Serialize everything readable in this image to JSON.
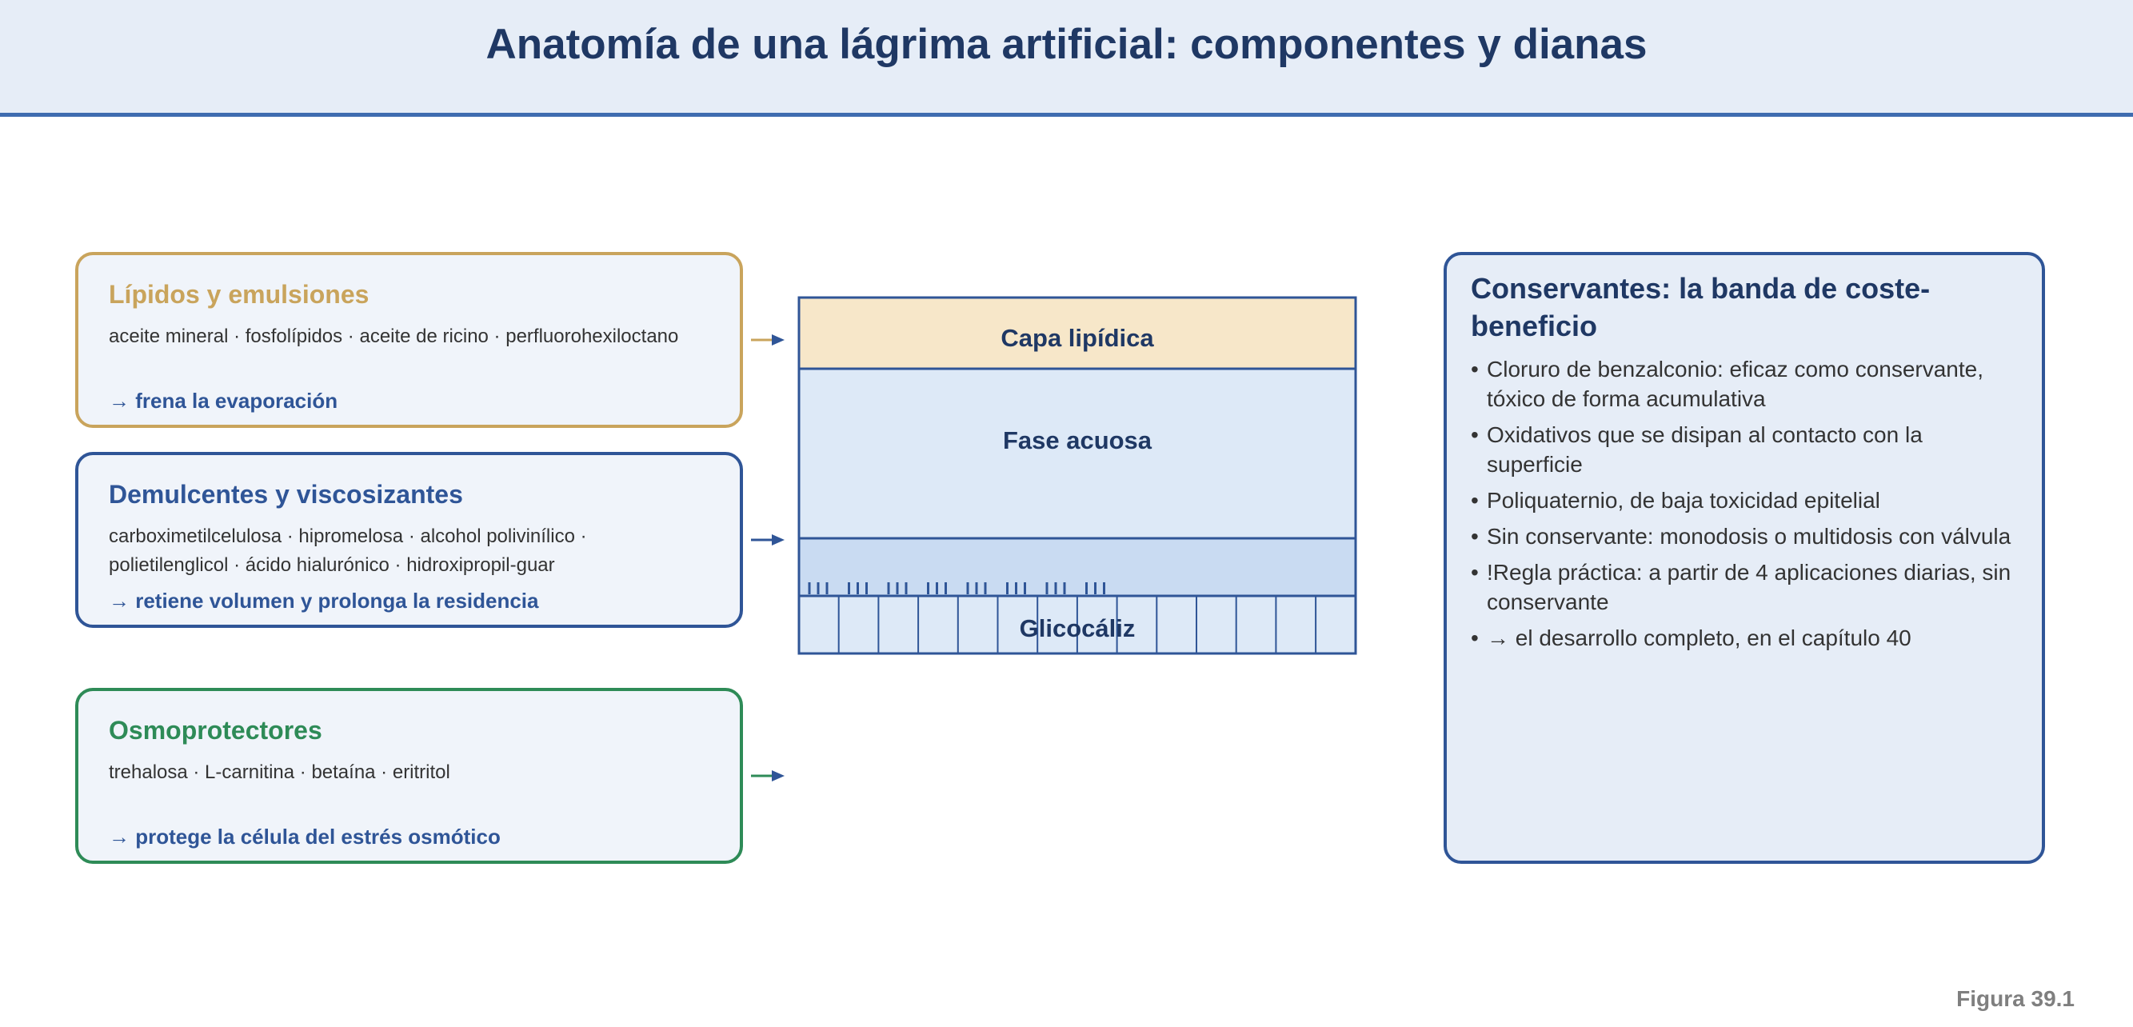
{
  "title": "Anatomía de una lágrima artificial: componentes y dianas",
  "cards": {
    "lipid": {
      "title": "Lípidos y emulsiones",
      "items": "aceite mineral · fosfolípidos · aceite de ricino · perfluorohexiloctano",
      "note": "→ frena la evaporación"
    },
    "demulcent": {
      "title": "Demulcentes y viscosizantes",
      "items": "carboximetilcelulosa · hipromelosa · alcohol polivinílico · polietilenglicol · ácido hialurónico · hidroxipropil-guar",
      "note": "→ retiene volumen y prolonga la residencia"
    },
    "osmo": {
      "title": "Osmoprotectores",
      "items": "trehalosa · L-carnitina · betaína · eritritol",
      "note": "→ protege la célula del estrés osmótico"
    }
  },
  "layers": {
    "lipid": "Capa lipídica",
    "aqueous": "Fase acuosa",
    "glycocalyx": "Glicocáliz"
  },
  "preservatives": {
    "title": "Conservantes: la banda de coste-beneficio",
    "bullet": "•",
    "items": [
      "Cloruro de benzalconio: eficaz como conservante, tóxico de forma acumulativa",
      "Oxidativos que se disipan al contacto con la superficie",
      "Poliquaternio, de baja toxicidad epitelial",
      "Sin conservante: monodosis o multidosis con válvula",
      "!Regla práctica: a partir de 4 aplicaciones diarias, sin conservante",
      "→ el desarrollo completo, en el capítulo 40"
    ]
  },
  "figure_label": "Figura 39.1",
  "colors": {
    "navy": "#1f3864",
    "blue": "#2f5597",
    "gold": "#c9a45c",
    "green": "#2e8b57",
    "lipid_fill": "#f7e7c9",
    "aqueous_fill": "#dde9f7",
    "mucin_fill": "#c9dbf2"
  }
}
